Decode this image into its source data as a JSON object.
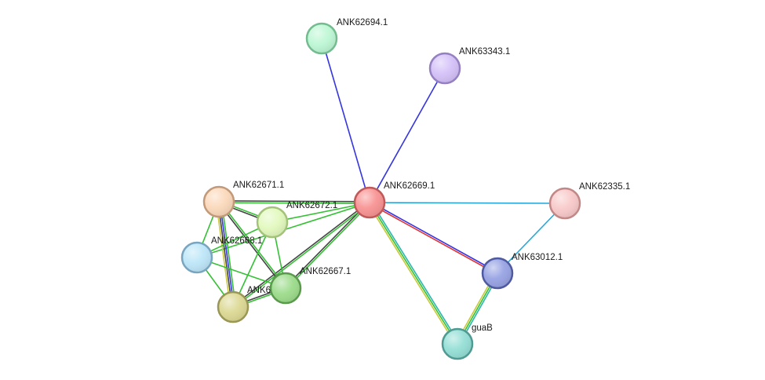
{
  "nodes": [
    {
      "id": "ANK62669.1",
      "label": "ANK62669.1",
      "fill": "#f89393",
      "stroke": "#c05a5a"
    },
    {
      "id": "ANK62694.1",
      "label": "ANK62694.1",
      "fill": "#bdf7d4",
      "stroke": "#74bb90"
    },
    {
      "id": "ANK63343.1",
      "label": "ANK63343.1",
      "fill": "#d4c1f8",
      "stroke": "#9580c2"
    },
    {
      "id": "ANK62335.1",
      "label": "ANK62335.1",
      "fill": "#f8c9c9",
      "stroke": "#c28888"
    },
    {
      "id": "ANK63012.1",
      "label": "ANK63012.1",
      "fill": "#97a3e3",
      "stroke": "#4f5aa0"
    },
    {
      "id": "guaB",
      "label": "guaB",
      "fill": "#95dfd6",
      "stroke": "#4f9a92"
    },
    {
      "id": "ANK62671.1",
      "label": "ANK62671.1",
      "fill": "#fbd9bb",
      "stroke": "#c29a7a"
    },
    {
      "id": "ANK62672.1",
      "label": "ANK62672.1",
      "fill": "#e2f9be",
      "stroke": "#a3c27a"
    },
    {
      "id": "ANK62668.1",
      "label": "ANK62668.1",
      "fill": "#bde6f8",
      "stroke": "#7aa5c0"
    },
    {
      "id": "ANK62667.1",
      "label": "ANK62667.1",
      "fill": "#9ddc8c",
      "stroke": "#5a9a4c"
    },
    {
      "id": "ANK626xx",
      "label": "ANK6",
      "fill": "#dcd994",
      "stroke": "#9a9655"
    }
  ],
  "edges": [
    {
      "source": "ANK62669.1",
      "target": "ANK62694.1",
      "colors": [
        "#3535e0"
      ]
    },
    {
      "source": "ANK62669.1",
      "target": "ANK63343.1",
      "colors": [
        "#3535e0"
      ]
    },
    {
      "source": "ANK62669.1",
      "target": "ANK62335.1",
      "colors": [
        "#2aa6d6"
      ]
    },
    {
      "source": "ANK63012.1",
      "target": "ANK62335.1",
      "colors": [
        "#2aa6d6"
      ]
    },
    {
      "source": "ANK62669.1",
      "target": "ANK63012.1",
      "colors": [
        "#3535e0",
        "#e03535"
      ]
    },
    {
      "source": "ANK62669.1",
      "target": "guaB",
      "colors": [
        "#2ab5b0",
        "#35c035",
        "#c8c83a"
      ]
    },
    {
      "source": "ANK63012.1",
      "target": "guaB",
      "colors": [
        "#2ab5b0",
        "#35c035",
        "#c8c83a"
      ]
    },
    {
      "source": "ANK62669.1",
      "target": "ANK62671.1",
      "colors": [
        "#35c035",
        "#444444"
      ]
    },
    {
      "source": "ANK62669.1",
      "target": "ANK62672.1",
      "colors": [
        "#35c035"
      ]
    },
    {
      "source": "ANK62669.1",
      "target": "ANK62668.1",
      "colors": [
        "#35c035"
      ]
    },
    {
      "source": "ANK62669.1",
      "target": "ANK62667.1",
      "colors": [
        "#35c035",
        "#444444"
      ]
    },
    {
      "source": "ANK62669.1",
      "target": "ANK626xx",
      "colors": [
        "#35c035",
        "#444444"
      ]
    },
    {
      "source": "ANK62671.1",
      "target": "ANK62672.1",
      "colors": [
        "#35c035",
        "#444444"
      ]
    },
    {
      "source": "ANK62671.1",
      "target": "ANK62668.1",
      "colors": [
        "#35c035"
      ]
    },
    {
      "source": "ANK62671.1",
      "target": "ANK62667.1",
      "colors": [
        "#35c035",
        "#444444"
      ]
    },
    {
      "source": "ANK62671.1",
      "target": "ANK626xx",
      "colors": [
        "#35c035",
        "#3535e0",
        "#444444",
        "#c8c83a"
      ]
    },
    {
      "source": "ANK62672.1",
      "target": "ANK62668.1",
      "colors": [
        "#35c035"
      ]
    },
    {
      "source": "ANK62672.1",
      "target": "ANK62667.1",
      "colors": [
        "#35c035"
      ]
    },
    {
      "source": "ANK62672.1",
      "target": "ANK626xx",
      "colors": [
        "#35c035"
      ]
    },
    {
      "source": "ANK62668.1",
      "target": "ANK62667.1",
      "colors": [
        "#35c035"
      ]
    },
    {
      "source": "ANK62668.1",
      "target": "ANK626xx",
      "colors": [
        "#35c035"
      ]
    },
    {
      "source": "ANK62667.1",
      "target": "ANK626xx",
      "colors": [
        "#35c035",
        "#444444"
      ]
    }
  ]
}
